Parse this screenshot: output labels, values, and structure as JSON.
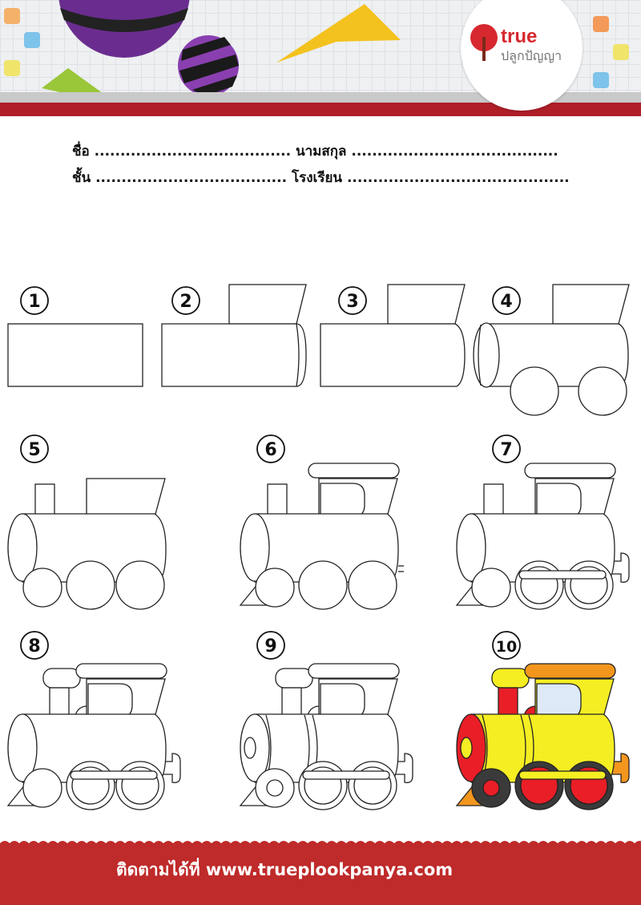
{
  "logo": {
    "brand": "true",
    "subtitle": "ปลูกปัญญา"
  },
  "form": {
    "line1": "ชื่อ ...................................... นามสกุล ........................................",
    "line2": "ชั้น ..................................... โรงเรียน ..........................................."
  },
  "steps": [
    "1",
    "2",
    "3",
    "4",
    "5",
    "6",
    "7",
    "8",
    "9",
    "10"
  ],
  "footer": {
    "text": "ติดตามได้ที่ www.trueplookpanya.com"
  },
  "colors": {
    "red": "#b01e28",
    "yellow": "#f5ee22",
    "orange": "#f3961e",
    "train_red": "#ea1e27",
    "wheel": "#3a3a3a",
    "window": "#dde9f7"
  }
}
